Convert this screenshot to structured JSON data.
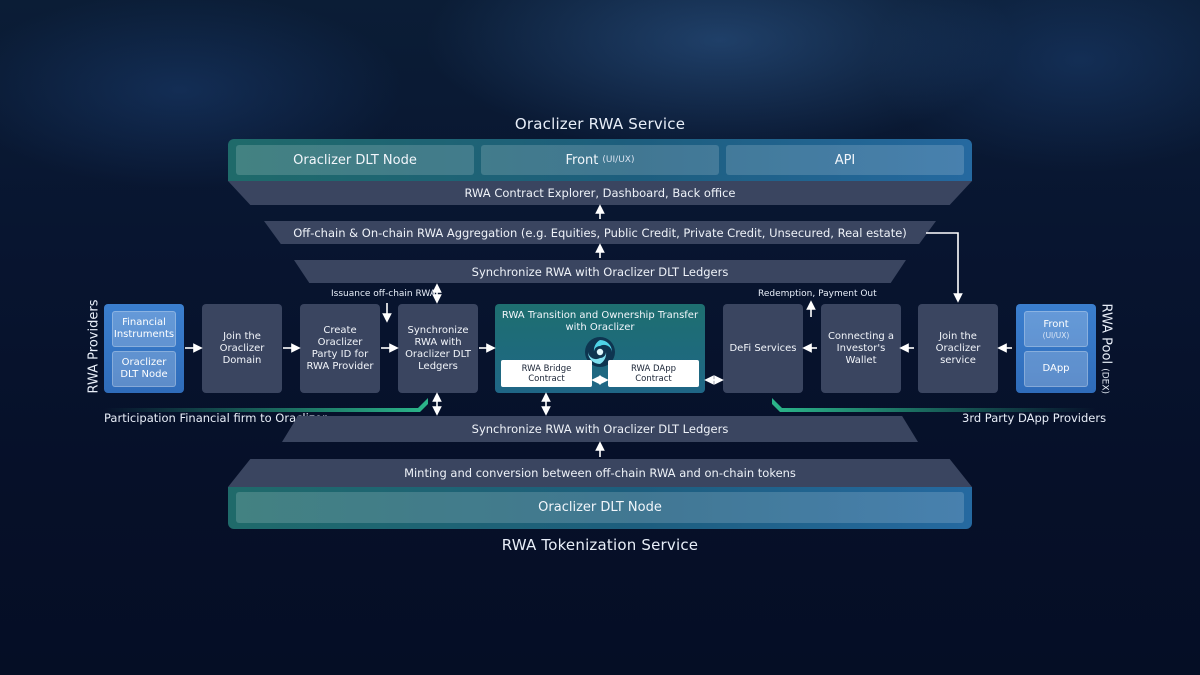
{
  "rwa_service": {
    "title": "Oraclizer RWA Service",
    "node": "Oraclizer DLT Node",
    "front": "Front",
    "front_sub": "(UI/UX)",
    "api": "API",
    "explorer": "RWA Contract Explorer, Dashboard, Back office",
    "aggregation": "Off-chain & On-chain RWA Aggregation (e.g. Equities, Public Credit, Private Credit, Unsecured, Real estate)",
    "sync_top": "Synchronize RWA with Oraclizer DLT Ledgers"
  },
  "providers": {
    "label": "RWA Providers",
    "financial_instruments": "Financial Instruments",
    "dlt_node": "Oraclizer DLT Node",
    "caption": "Participation Financial firm to Oraclizer"
  },
  "flow": {
    "join_domain": "Join the Oraclizer Domain",
    "create_party": "Create Oraclizer Party ID for RWA Provider",
    "sync_ledgers": "Synchronize RWA with Oraclizer DLT Ledgers",
    "issuance_label": "Issuance off-chain RWA",
    "center_title": "RWA Transition and Ownership Transfer with Oraclizer",
    "bridge_contract": "RWA Bridge Contract",
    "dapp_contract": "RWA DApp Contract",
    "redemption_label": "Redemption, Payment Out",
    "defi": "DeFi Services",
    "wallet": "Connecting a Investor's Wallet",
    "join_service": "Join the Oraclizer service"
  },
  "pool": {
    "label": "RWA Pool",
    "label_sub": "(DEX)",
    "front": "Front",
    "front_sub": "(UI/UX)",
    "dapp": "DApp",
    "caption": "3rd Party DApp Providers"
  },
  "tokenization": {
    "sync_bottom": "Synchronize RWA with Oraclizer DLT Ledgers",
    "minting": "Minting and conversion between off-chain RWA and on-chain tokens",
    "node": "Oraclizer DLT Node",
    "title": "RWA Tokenization Service"
  },
  "colors": {
    "panel_teal": "#1f6a6a",
    "panel_blue": "#2569a0",
    "box_slate": "#3a4560",
    "side_blue": "#3b7fcf",
    "accent_green": "#2bb58a",
    "background": "#061029"
  },
  "icons": {
    "logo": "oraclizer-swirl-logo"
  }
}
